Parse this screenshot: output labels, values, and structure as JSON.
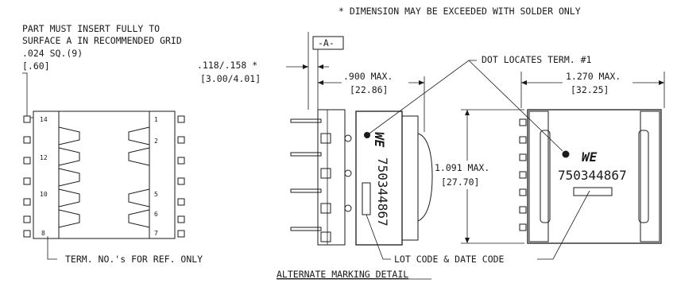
{
  "notes": {
    "solder_note": "* DIMENSION MAY BE EXCEEDED WITH SOLDER ONLY",
    "insert_line1": "PART MUST INSERT FULLY TO",
    "insert_line2": "SURFACE A IN RECOMMENDED GRID",
    "grid_spec": ".024 SQ.(9)",
    "grid_spec_mm": "[.60]",
    "term_note": "TERM. NO.'s FOR REF. ONLY",
    "lot_note": "LOT CODE & DATE CODE",
    "dot_note": "DOT LOCATES TERM. #1",
    "alt_marking": "ALTERNATE MARKING DETAIL"
  },
  "datum": "-A-",
  "dims": {
    "standoff": ".118/.158 *",
    "standoff_mm": "[3.00/4.01]",
    "depth": ".900 MAX.",
    "depth_mm": "[22.86]",
    "width": "1.270 MAX.",
    "width_mm": "[32.25]",
    "height": "1.091 MAX.",
    "height_mm": "[27.70]"
  },
  "terminals": {
    "left": [
      "14",
      "12",
      "10",
      "8"
    ],
    "right": [
      "1",
      "2",
      "5",
      "6",
      "7"
    ]
  },
  "marking": {
    "logo": "WE",
    "part_number": "750344867"
  }
}
